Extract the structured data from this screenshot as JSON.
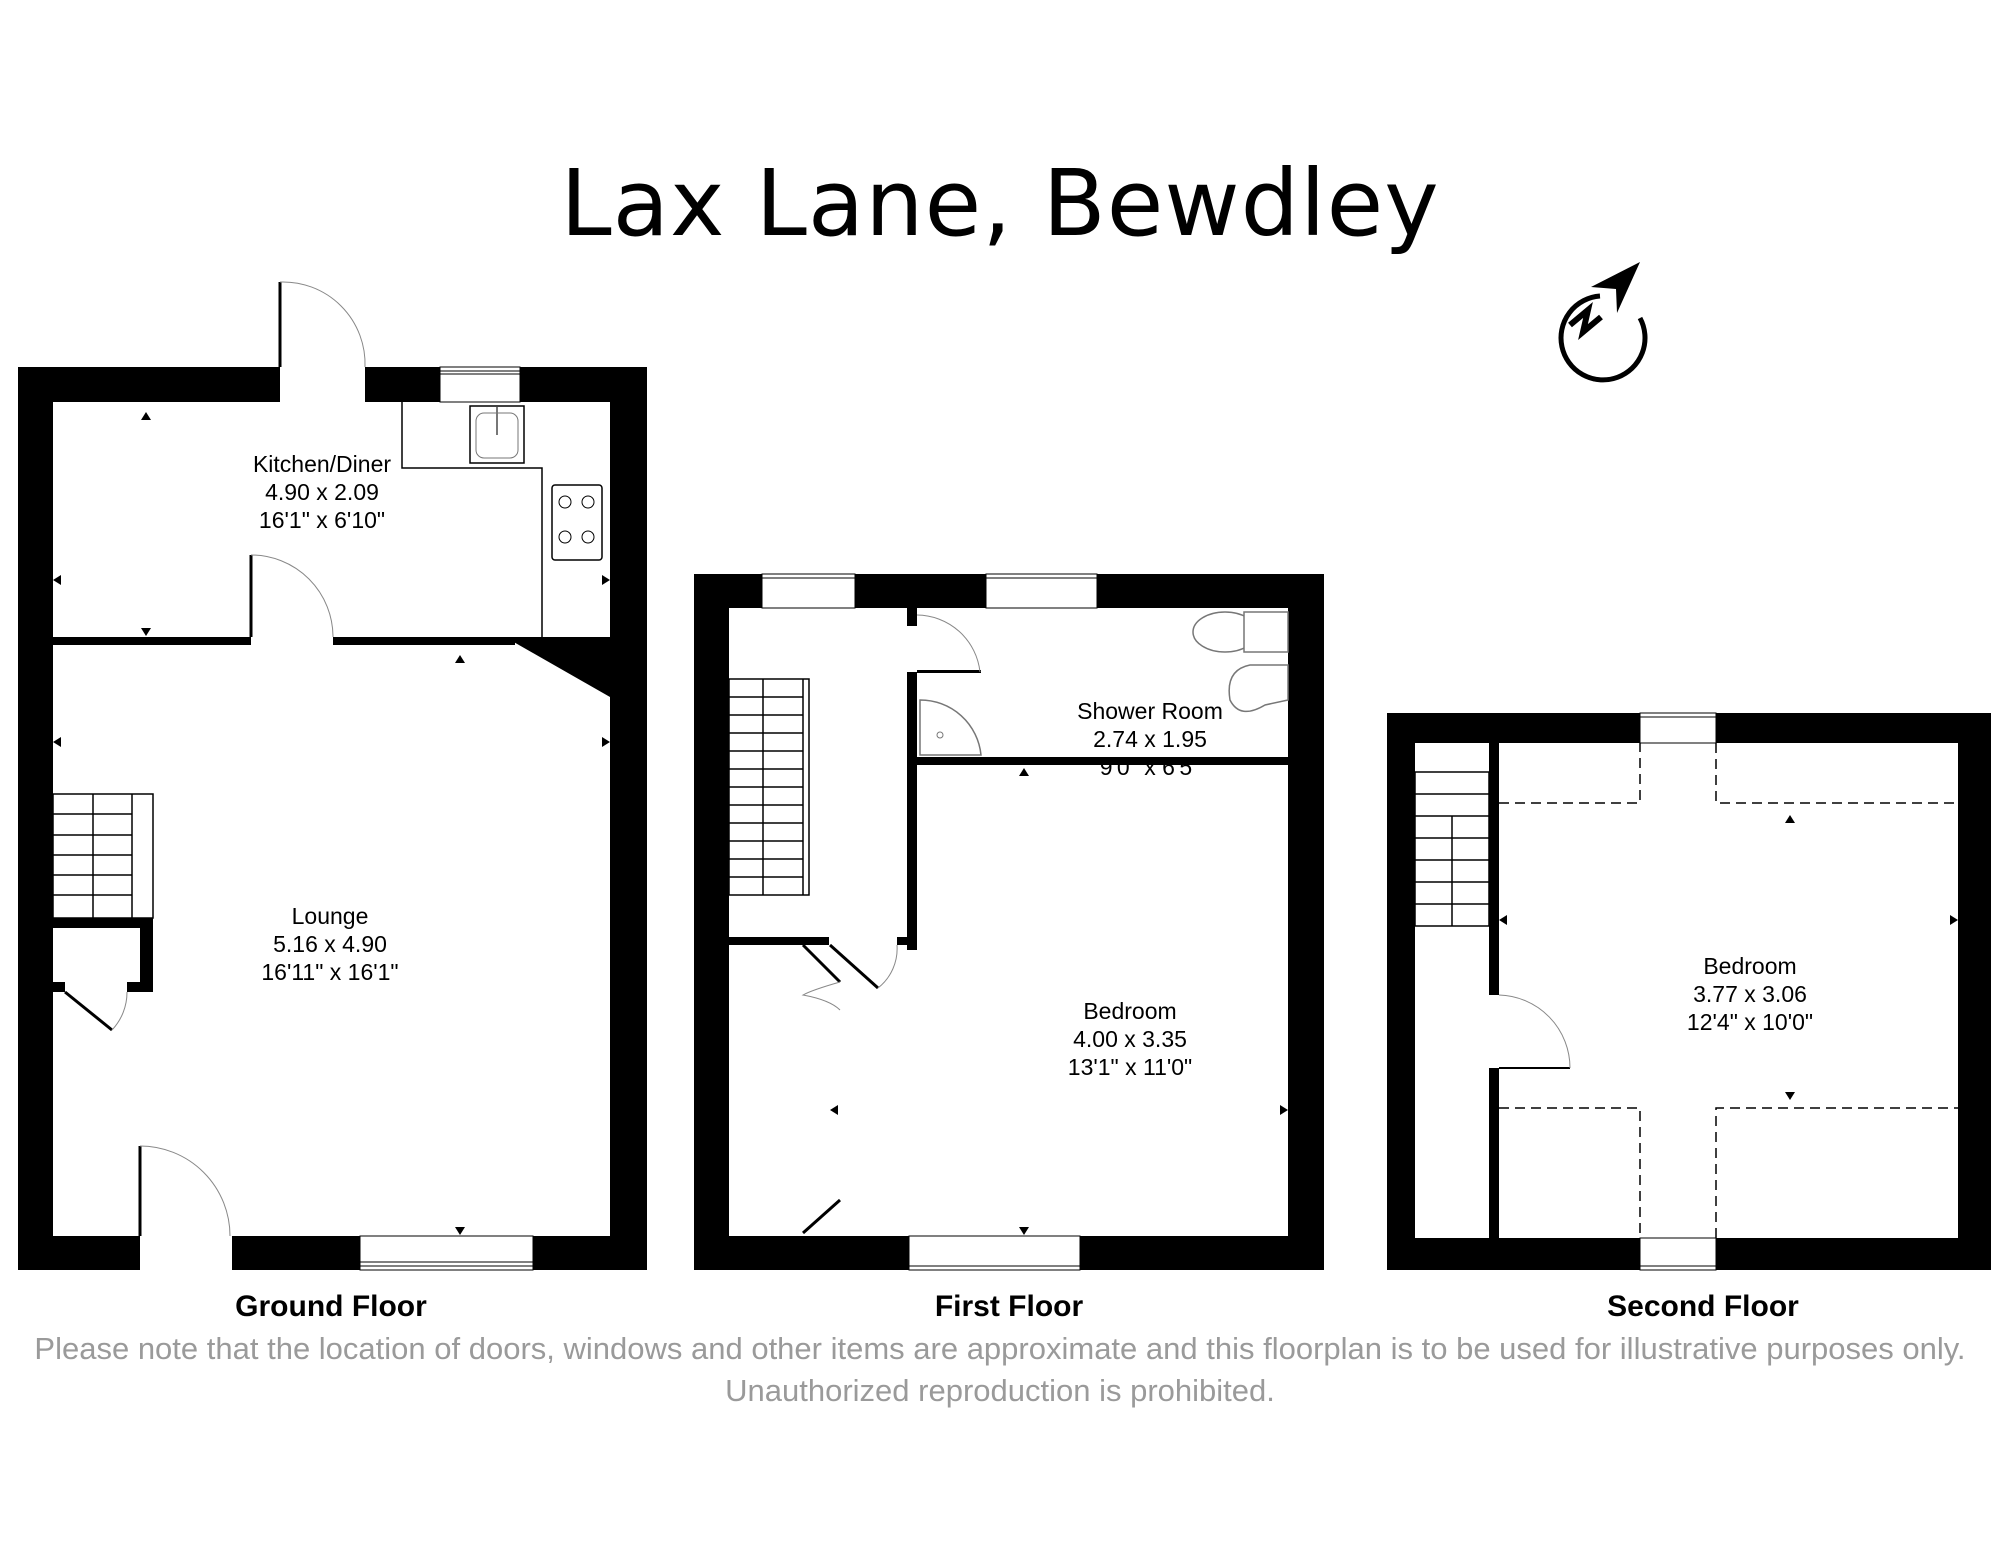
{
  "title": "Lax Lane, Bewdley",
  "compass": {
    "label": "N",
    "icon": "north-arrow-icon"
  },
  "floors": [
    {
      "name": "Ground Floor",
      "rooms": [
        {
          "name": "Kitchen/Diner",
          "metric": "4.90 x 2.09",
          "imperial": "16'1\" x 6'10\""
        },
        {
          "name": "Lounge",
          "metric": "5.16 x 4.90",
          "imperial": "16'11\" x 16'1\""
        }
      ]
    },
    {
      "name": "First Floor",
      "rooms": [
        {
          "name": "Shower Room",
          "metric": "2.74 x 1.95",
          "imperial": "9'0\" x 6'5\""
        },
        {
          "name": "Bedroom",
          "metric": "4.00 x 3.35",
          "imperial": "13'1\" x 11'0\""
        }
      ]
    },
    {
      "name": "Second Floor",
      "rooms": [
        {
          "name": "Bedroom",
          "metric": "3.77 x 3.06",
          "imperial": "12'4\" x 10'0\""
        }
      ]
    }
  ],
  "disclaimer": "Please note that the location of doors, windows and other items are approximate and this floorplan is to be used for illustrative purposes only. Unauthorized reproduction is prohibited.",
  "colors": {
    "wall": "#000000",
    "background": "#ffffff",
    "disclaimer": "#9a9a9a"
  }
}
